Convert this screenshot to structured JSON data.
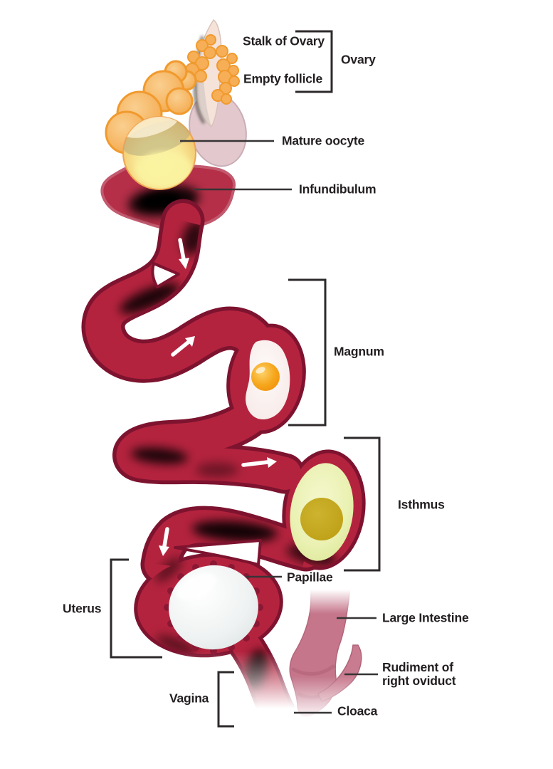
{
  "labels": {
    "stalk_of_ovary": "Stalk of Ovary",
    "empty_follicle": "Empty follicle",
    "ovary": "Ovary",
    "mature_oocyte": "Mature oocyte",
    "infundibulum": "Infundibulum",
    "magnum": "Magnum",
    "isthmus": "Isthmus",
    "papillae": "Papillae",
    "uterus": "Uterus",
    "large_intestine": "Large Intestine",
    "rudiment_of_right_oviduct": {
      "line1": "Rudiment of",
      "line2": "right oviduct"
    },
    "vagina": "Vagina",
    "cloaca": "Cloaca"
  },
  "icons": {
    "flow_arrows": [
      "arrow-down",
      "arrow-up-right",
      "arrow-right",
      "arrow-down"
    ]
  },
  "colors": {
    "background": "#FFFFFF",
    "tube": "#B4233E",
    "tube_outline": "#7D132F",
    "infundibulum_fill": "#B52F48",
    "infundibulum_edge": "#C25A6E",
    "shading": "#000000",
    "follicle_orange": "#F6AE57",
    "follicle_rim": "#F09A2E",
    "oocyte_cream": "#FAF0A8",
    "oocyte_band_olive": "#B9AE7E",
    "stalk_pink": "#F5E2D9",
    "stalk_bulb": "#E3C9CD",
    "magnum_albumen": "#FBF3F1",
    "magnum_yolk": "#F5A31C",
    "isthmus_egg": "#ECF2BA",
    "isthmus_yolk": "#C2A41D",
    "uterus_egg": "#EDF1F1",
    "papillae_dots": "#8A1733",
    "intestine_pink": "#C5768B",
    "label_text": "#231F20",
    "annotation_line": "#373435",
    "arrow_white": "#FFFFFF"
  }
}
